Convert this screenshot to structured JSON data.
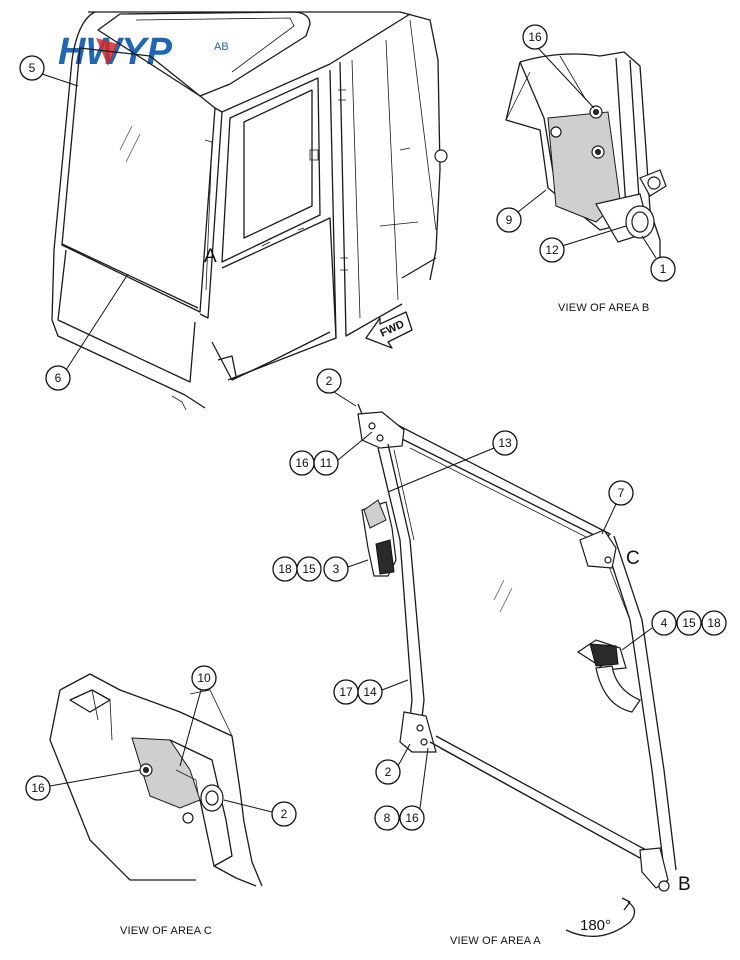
{
  "logo": {
    "text": "HWYP",
    "suffix": "AB"
  },
  "letters": {
    "a": "A",
    "b": "B",
    "c": "C"
  },
  "fwd": "FWD",
  "rotation": "180°",
  "captions": {
    "area_b": "VIEW OF AREA B",
    "area_c": "VIEW OF AREA C",
    "area_a": "VIEW OF AREA A"
  },
  "callouts": {
    "c5": "5",
    "c6": "6",
    "b16": "16",
    "b9": "9",
    "b12": "12",
    "b1": "1",
    "a2top": "2",
    "a16": "16",
    "a11": "11",
    "a13": "13",
    "a7": "7",
    "a18l": "18",
    "a15l": "15",
    "a3": "3",
    "a4": "4",
    "a15r": "15",
    "a18r": "18",
    "a17": "17",
    "a14": "14",
    "a2bot": "2",
    "a8": "8",
    "a16bot": "16",
    "c10": "10",
    "c16": "16",
    "c2": "2"
  }
}
